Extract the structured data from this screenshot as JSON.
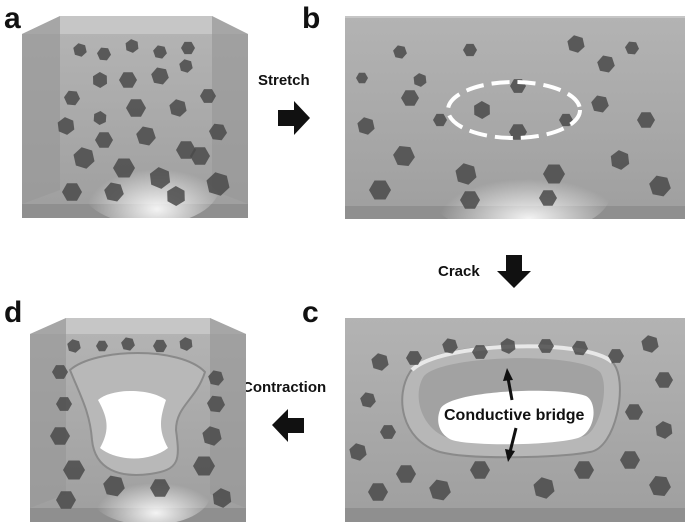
{
  "panels": {
    "a": {
      "letter": "a"
    },
    "b": {
      "letter": "b"
    },
    "c": {
      "letter": "c"
    },
    "d": {
      "letter": "d"
    }
  },
  "steps": {
    "stretch": "Stretch",
    "crack": "Crack",
    "contraction": "Contraction"
  },
  "annotations": {
    "conductive_bridge": "Conductive bridge"
  },
  "colors": {
    "block_face": "#a9a9a9",
    "block_top": "#c4c4c4",
    "block_side": "#8e8e8e",
    "flake": "#4a4a4a",
    "arrow": "#111111",
    "dashed_ellipse": "#ffffff"
  }
}
